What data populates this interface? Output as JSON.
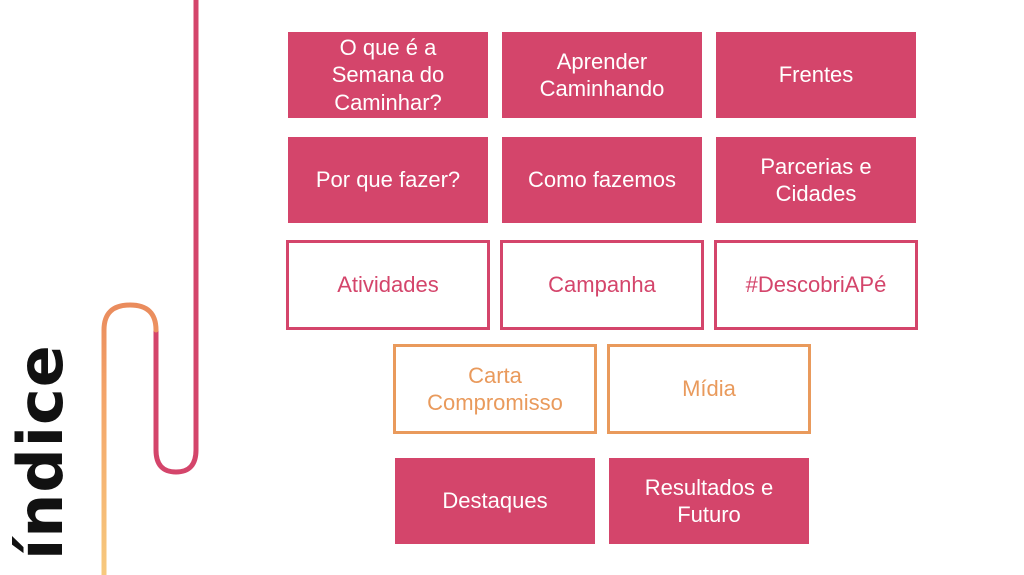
{
  "title": "índice",
  "colors": {
    "pink": "#d4456b",
    "orange": "#e99a5c",
    "yellow": "#f7c97e"
  },
  "tiles": [
    {
      "label": "O que é a\nSemana do\nCaminhar?",
      "style": "filled"
    },
    {
      "label": "Aprender\nCaminhando",
      "style": "filled"
    },
    {
      "label": "Frentes",
      "style": "filled"
    },
    {
      "label": "Por que fazer?",
      "style": "filled"
    },
    {
      "label": "Como fazemos",
      "style": "filled"
    },
    {
      "label": "Parcerias e\nCidades",
      "style": "filled"
    },
    {
      "label": "Atividades",
      "style": "outline-pink"
    },
    {
      "label": "Campanha",
      "style": "outline-pink"
    },
    {
      "label": "#DescobriAPé",
      "style": "outline-pink"
    },
    {
      "label": "Carta\nCompromisso",
      "style": "outline-orange"
    },
    {
      "label": "Mídia",
      "style": "outline-orange"
    },
    {
      "label": "Destaques",
      "style": "filled"
    },
    {
      "label": "Resultados e\nFuturo",
      "style": "filled"
    }
  ]
}
